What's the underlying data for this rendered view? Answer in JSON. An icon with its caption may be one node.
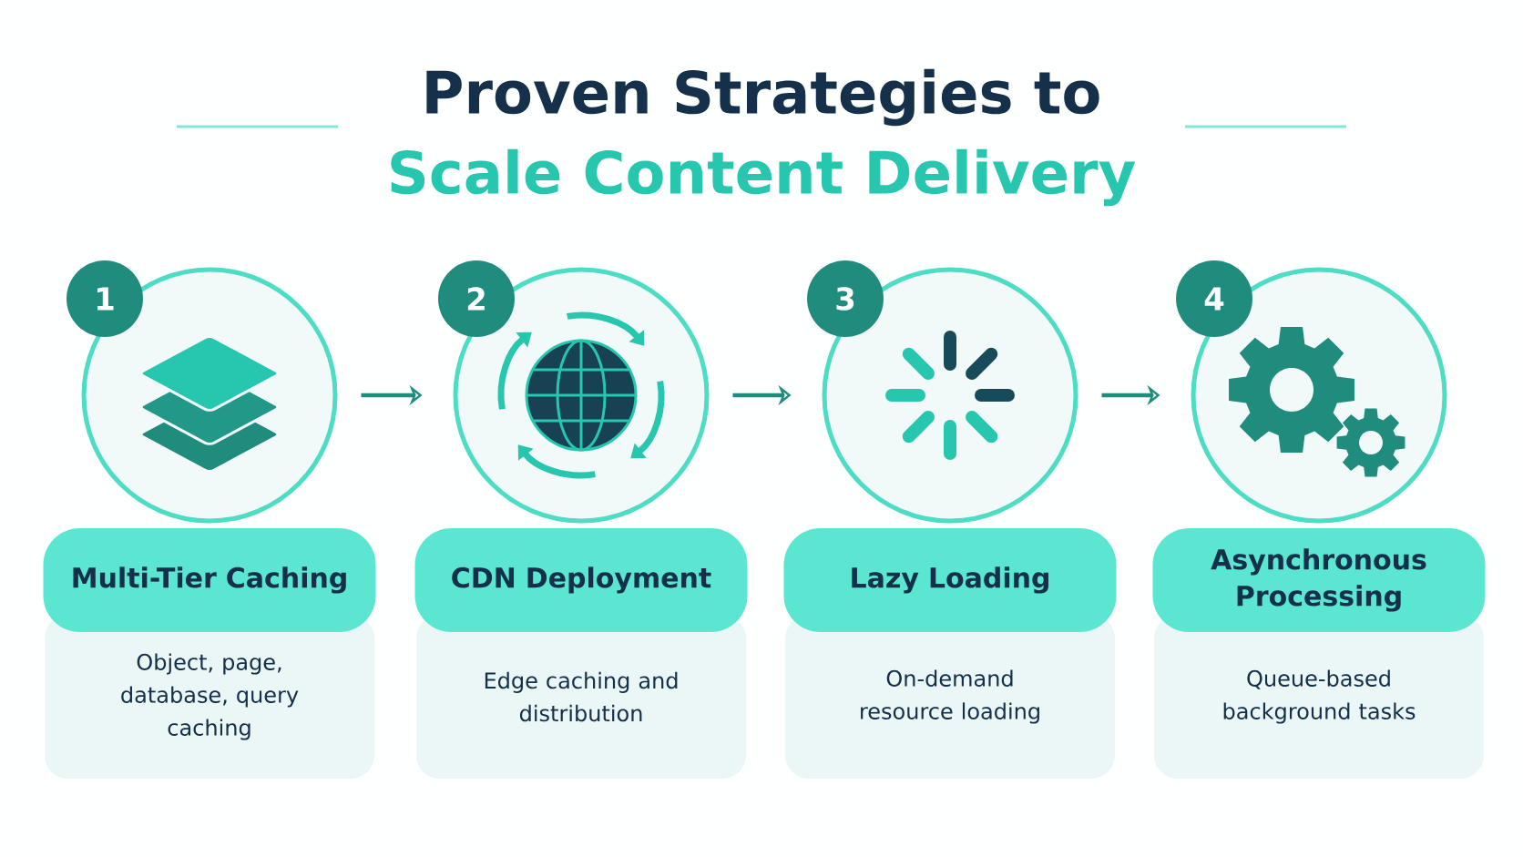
{
  "diagram": {
    "title": "Proven Strategies to",
    "nodes": [
      {
        "text": [
          "1"
        ]
      },
      {
        "text": [],
        "shape": "circle"
      },
      {
        "text": [
          "Multi-Tier Caching"
        ]
      },
      {
        "text": [
          "Object, page, database, query caching"
        ]
      },
      {
        "text": [
          "2"
        ]
      },
      {
        "text": [],
        "shape": "circle"
      },
      {
        "text": [
          "CDN Deployment"
        ]
      },
      {
        "text": [
          "Edge caching and distribution"
        ]
      },
      {
        "text": [
          "3"
        ]
      },
      {
        "text": [],
        "shape": "circle"
      },
      {
        "text": [
          "Lazy Loading"
        ]
      },
      {
        "text": [
          "On-demand resource loading"
        ]
      },
      {
        "text": [
          "4"
        ]
      },
      {
        "text": [],
        "shape": "circle"
      },
      {
        "text": [
          "Asynchronous Processing"
        ]
      },
      {
        "text": [
          "Queue-based background tasks"
        ]
      }
    ],
    "edges": [
      {
        "from": 1,
        "to": 5,
        "arrow": "to"
      },
      {
        "from": 5,
        "to": 9,
        "arrow": "to"
      },
      {
        "from": 9,
        "to": 13,
        "arrow": "to"
      }
    ],
    "labels": [
      "Scale Content Delivery"
    ]
  }
}
